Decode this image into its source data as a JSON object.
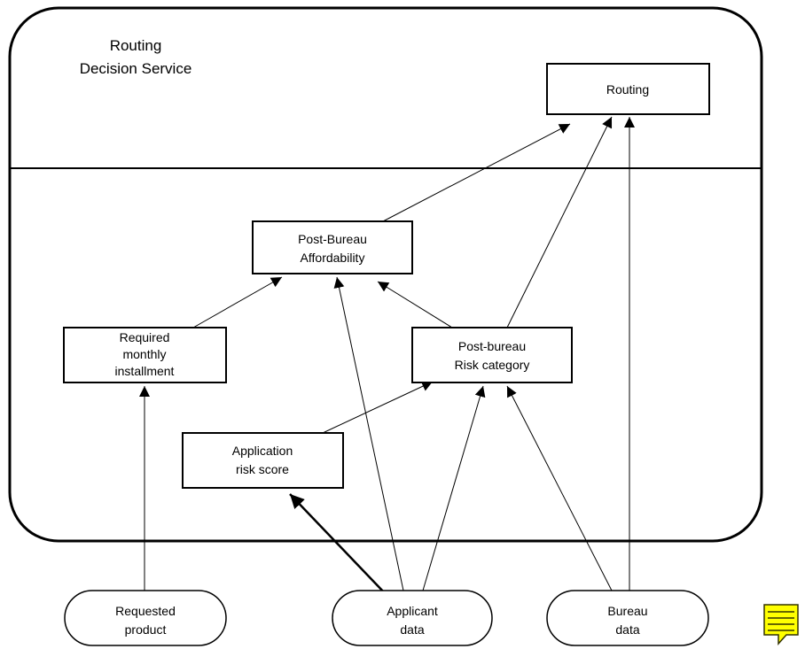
{
  "service": {
    "title_line1": "Routing",
    "title_line2": "Decision Service"
  },
  "decisions": {
    "routing": {
      "line1": "Routing"
    },
    "post_bureau_affordability": {
      "line1": "Post-Bureau",
      "line2": "Affordability"
    },
    "required_monthly_installment": {
      "line1": "Required",
      "line2": "monthly",
      "line3": "installment"
    },
    "post_bureau_risk_category": {
      "line1": "Post-bureau",
      "line2": "Risk category"
    },
    "application_risk_score": {
      "line1": "Application",
      "line2": "risk score"
    }
  },
  "inputs": {
    "requested_product": {
      "line1": "Requested",
      "line2": "product"
    },
    "applicant_data": {
      "line1": "Applicant",
      "line2": "data"
    },
    "bureau_data": {
      "line1": "Bureau",
      "line2": "data"
    }
  },
  "note_icon": "sticky-note-icon",
  "note_color": "#ffff00"
}
